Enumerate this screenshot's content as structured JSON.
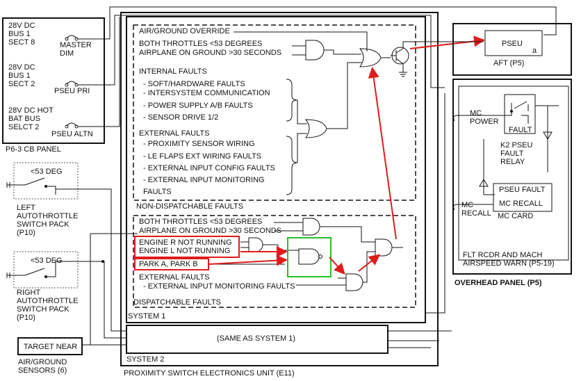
{
  "cb_panel": {
    "bus1_sect8": "28V DC\nBUS 1\nSECT 8",
    "bus1_sect2": "28V DC\nBUS 1\nSECT 2",
    "hot_bat": "28V DC HOT\nBAT BUS\nSELCT 2",
    "master_dim": "MASTER\nDIM",
    "pseu_pri": "PSEU PRI",
    "pseu_altn": "PSEU ALTN",
    "panel_label": "P6-3 CB PANEL"
  },
  "left_switch": {
    "deg": "<53 DEG",
    "label": "LEFT\nAUTOTHROTTLE\nSWITCH PACK\n(P10)"
  },
  "right_switch": {
    "deg": "<53 DEG",
    "label": "RIGHT\nAUTOTHROTTLE\nSWITCH PACK\n(P10)"
  },
  "target_near": "TARGET NEAR",
  "air_ground_sensors": "AIR/GROUND\nSENSORS (6)",
  "nondispatch": {
    "air_ground_override": "AIR/GROUND OVERRIDE",
    "both_throttles": "BOTH THROTTLES <53 DEGREES",
    "airplane_ground": "AIRPLANE ON GROUND >30 SECONDS",
    "internal_faults": "INTERNAL FAULTS",
    "internal_items": [
      "- SOFT/HARDWARE FAULTS",
      "- INTERSYSTEM COMMUNICATION",
      "- POWER SUPPLY A/B FAULTS",
      "- SENSOR DRIVE 1/2"
    ],
    "external_faults": "EXTERNAL FAULTS",
    "external_items": [
      "- PROXIMITY SENSOR WIRING",
      "- LE FLAPS EXT WIRING FAULTS",
      "- EXTERNAL INPUT CONFIG FAULTS",
      "- EXTERNAL INPUT MONITORING",
      "  FAULTS"
    ],
    "label": "NON-DISPATCHABLE FAULTS"
  },
  "dispatch": {
    "both_throttles": "BOTH THROTTLES <53 DEGREES",
    "airplane_ground": "AIRPLANE ON GROUND >30 SECONDS",
    "engine_r": "ENGINE R NOT RUNNING",
    "engine_l": "ENGINE L NOT RUNNING",
    "park": "PARK A, PARK B",
    "external_faults": "EXTERNAL FAULTS",
    "ext_item": "- EXTERNAL INPUT MONITORING FAULTS",
    "label": "DISPATCHABLE FAULTS"
  },
  "system1": "SYSTEM 1",
  "system2": "SYSTEM 2",
  "same_as_system1": "(SAME AS SYSTEM 1)",
  "unit_label": "PROXIMITY SWITCH ELECTRONICS UNIT (E11)",
  "aft": {
    "pseu": "PSEU",
    "a": "a",
    "label": "AFT (P5)"
  },
  "overhead": {
    "mc_power": "MC\nPOWER",
    "fault": "FAULT",
    "relay": "K2 PSEU\nFAULT\nRELAY",
    "pseu_fault": "PSEU FAULT",
    "mc_recall": "MC RECALL",
    "mc_recall_side": "MC\nRECALL",
    "mc_card": "MC CARD",
    "flt_rcdr": "FLT RCDR AND MACH\nAIRSPEED WARN (P5-19)",
    "panel_label": "OVERHEAD PANEL (P5)"
  },
  "colors": {
    "highlight_red": "#e01b1b",
    "highlight_green": "#22c322"
  }
}
